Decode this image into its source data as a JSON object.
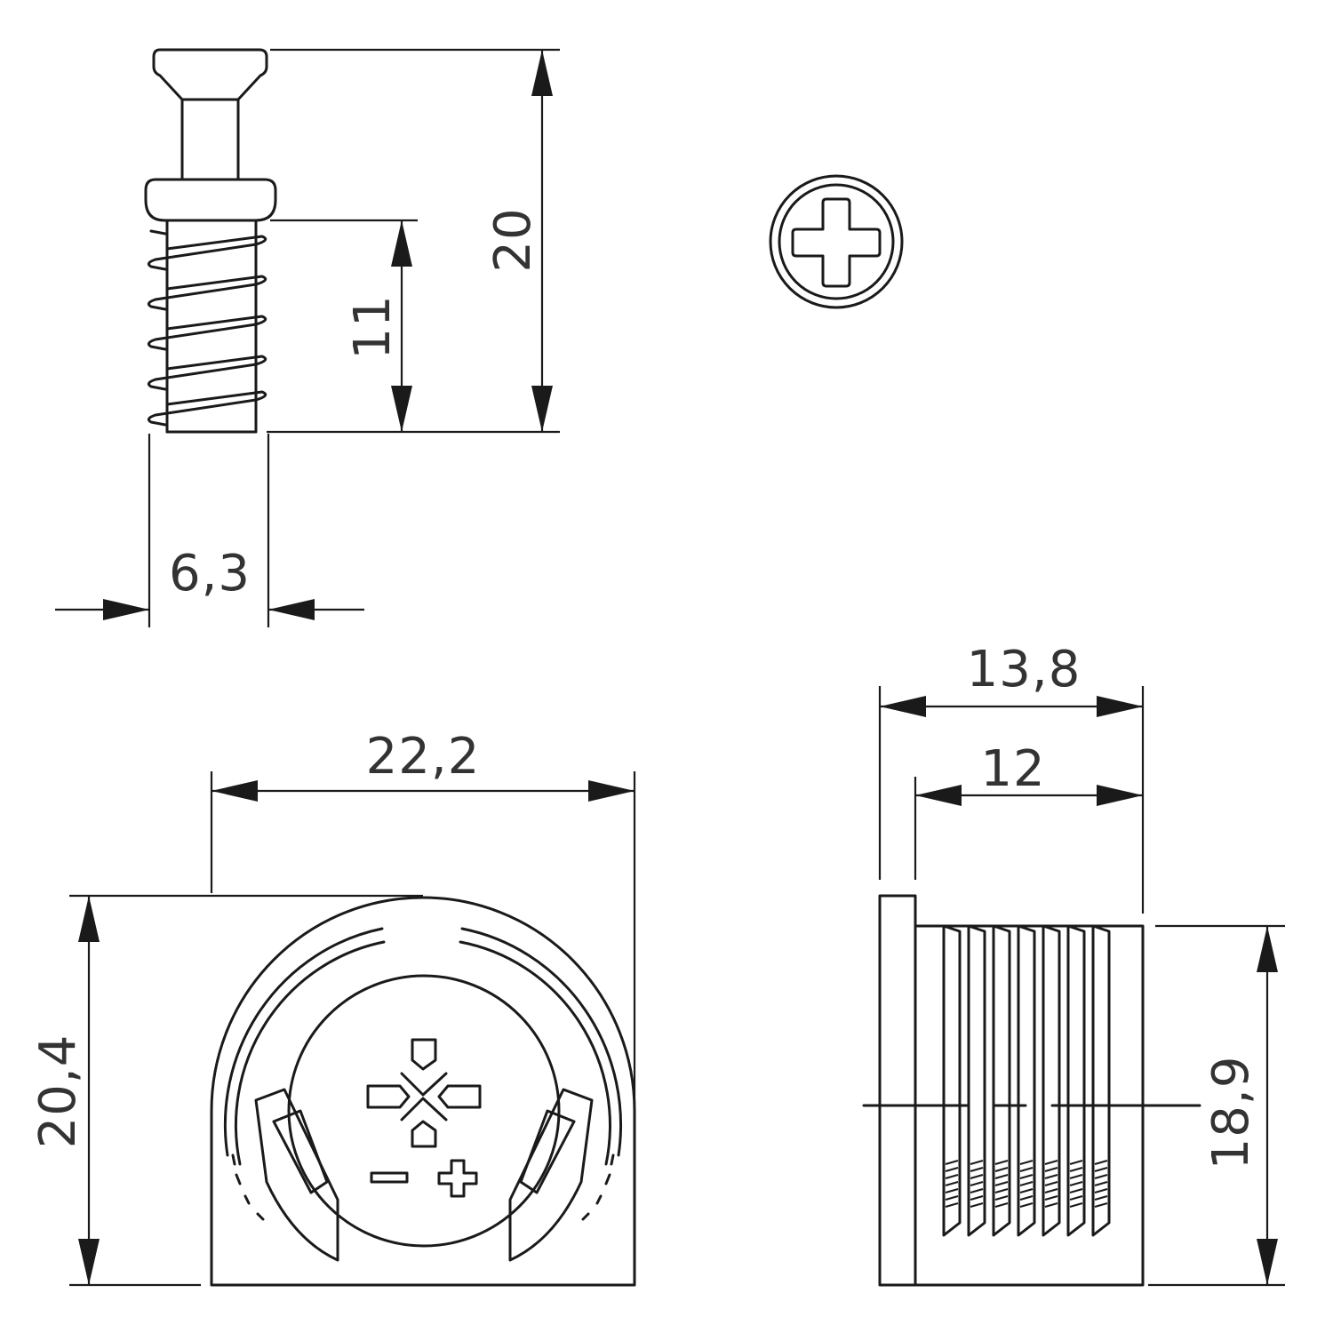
{
  "dimensions": {
    "screw_total_length": "20",
    "screw_thread_length": "11",
    "screw_diameter": "6,3",
    "housing_overall_depth": "13,8",
    "housing_body_depth": "12",
    "housing_width": "22,2",
    "housing_height": "20,4",
    "housing_body_height": "18,9"
  },
  "markings": {
    "minus": "−",
    "plus": "+"
  },
  "icons": {
    "screw_head_drive": "phillips-cross-icon",
    "cam_drive": "cross-drive-icon"
  },
  "colors": {
    "line": "#1a1a1a",
    "text": "#333333",
    "background": "#ffffff"
  }
}
